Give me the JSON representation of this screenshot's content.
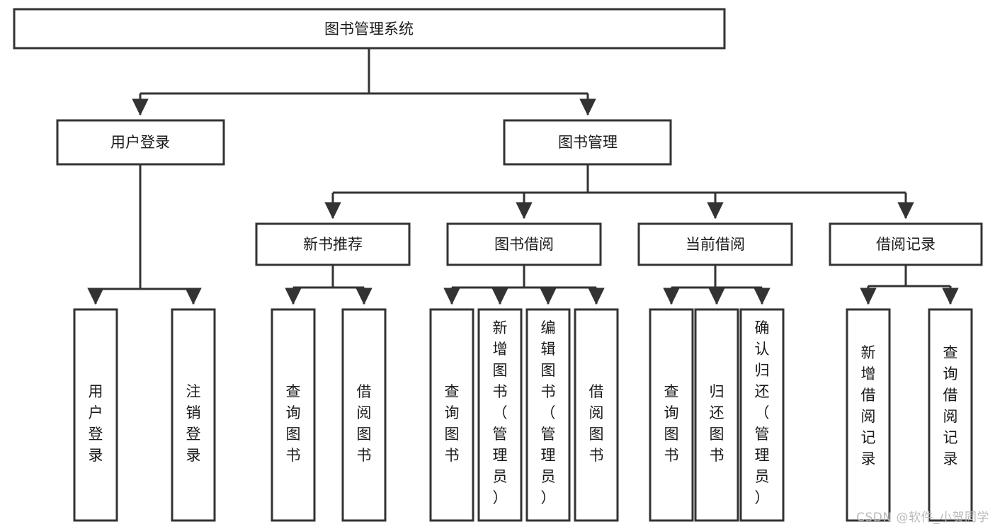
{
  "diagram": {
    "type": "tree",
    "title": "图书管理系统",
    "watermark": "CSDN @软件_小贺同学",
    "colors": {
      "box_stroke": "#333333",
      "box_fill": "#ffffff",
      "text": "#1a1a1a",
      "background": "#ffffff",
      "watermark": "#b9b9b9"
    },
    "nodes": {
      "root": "图书管理系统",
      "level2": {
        "user_login": "用户登录",
        "book_manage": "图书管理"
      },
      "level3": {
        "new_book_rec": "新书推荐",
        "book_borrow": "图书借阅",
        "current_borrow": "当前借阅",
        "borrow_record": "借阅记录"
      },
      "leaves": {
        "user_login_1": "用户登录",
        "user_login_2": "注销登录",
        "new_book_rec_1": "查询图书",
        "new_book_rec_2": "借阅图书",
        "book_borrow_1": "查询图书",
        "book_borrow_2": "新增图书（管理员）",
        "book_borrow_3": "编辑图书（管理员）",
        "book_borrow_4": "借阅图书",
        "current_borrow_1": "查询图书",
        "current_borrow_2": "归还图书",
        "current_borrow_3": "确认归还（管理员）",
        "borrow_record_1": "新增借阅记录",
        "borrow_record_2": "查询借阅记录"
      }
    }
  }
}
